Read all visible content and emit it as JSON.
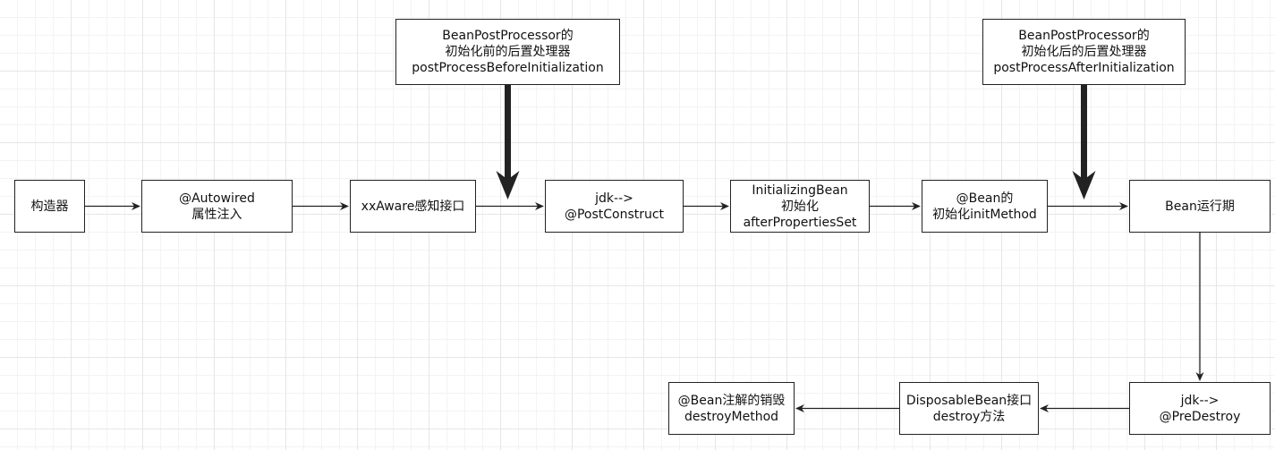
{
  "diagram": {
    "nodes": [
      {
        "id": "constructor",
        "lines": [
          "构造器"
        ]
      },
      {
        "id": "autowired",
        "lines": [
          "@Autowired",
          "属性注入"
        ]
      },
      {
        "id": "aware",
        "lines": [
          "xxAware感知接口"
        ]
      },
      {
        "id": "post-construct",
        "lines": [
          "jdk-->",
          "@PostConstruct"
        ]
      },
      {
        "id": "initializing-bean",
        "lines": [
          "InitializingBean",
          "初始化",
          "afterPropertiesSet"
        ]
      },
      {
        "id": "init-method",
        "lines": [
          "@Bean的",
          "初始化initMethod"
        ]
      },
      {
        "id": "bean-runtime",
        "lines": [
          "Bean运行期"
        ]
      },
      {
        "id": "pre-destroy",
        "lines": [
          "jdk-->",
          "@PreDestroy"
        ]
      },
      {
        "id": "disposable-bean",
        "lines": [
          "DisposableBean接口",
          "destroy方法"
        ]
      },
      {
        "id": "destroy-method",
        "lines": [
          "@Bean注解的销毁",
          "destroyMethod"
        ]
      },
      {
        "id": "before-init-processor",
        "lines": [
          "BeanPostProcessor的",
          "初始化前的后置处理器",
          "postProcessBeforeInitialization"
        ]
      },
      {
        "id": "after-init-processor",
        "lines": [
          "BeanPostProcessor的",
          "初始化后的后置处理器",
          "postProcessAfterInitialization"
        ]
      }
    ],
    "edges": [
      {
        "from": "constructor",
        "to": "autowired",
        "style": "thin"
      },
      {
        "from": "autowired",
        "to": "aware",
        "style": "thin"
      },
      {
        "from": "aware",
        "to": "post-construct",
        "style": "thin"
      },
      {
        "from": "post-construct",
        "to": "initializing-bean",
        "style": "thin"
      },
      {
        "from": "initializing-bean",
        "to": "init-method",
        "style": "thin"
      },
      {
        "from": "init-method",
        "to": "bean-runtime",
        "style": "thin"
      },
      {
        "from": "bean-runtime",
        "to": "pre-destroy",
        "style": "thin"
      },
      {
        "from": "pre-destroy",
        "to": "disposable-bean",
        "style": "thin"
      },
      {
        "from": "disposable-bean",
        "to": "destroy-method",
        "style": "thin"
      },
      {
        "from": "before-init-processor",
        "to": "edge-aware-post-construct",
        "style": "thick"
      },
      {
        "from": "after-init-processor",
        "to": "edge-init-method-bean-runtime",
        "style": "thick"
      }
    ],
    "colors": {
      "stroke": "#222222",
      "node_fill": "#ffffff",
      "grid": "#e6e6e6"
    }
  }
}
